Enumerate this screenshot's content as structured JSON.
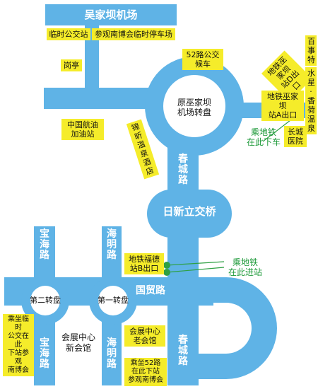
{
  "airport": {
    "title": "吴家坝机场"
  },
  "labels": {
    "temp_bus_stop": "临时公交站",
    "expo_parking": "参观南博会临时停车场",
    "sentry_box": "岗亭",
    "bus52_stop": "52路公交\n候车",
    "metro_exit_d": "地铁巫家坝\n站D出口",
    "baishite": "百\n事\n特",
    "shuixing_hotspring": "水\n星·\n香\n荷\n温\n泉",
    "metro_exit_a": "地铁巫家坝\n站A出口",
    "changcheng_hospital": "长城\n医院",
    "cnaf_station": "中国航油\n加油站",
    "jinxin_hotel": "锦\n昕\n温\n泉\n酒\n店",
    "metro_fude_exit_b": "地铁福德\n站B出口",
    "temp_bus_expo": "乘坐临时\n公交在此\n下站参观\n南博会",
    "expo_old": "会展中心\n老会馆",
    "bus52_expo": "乘坐52路\n在此下站\n参观南博会"
  },
  "roads": {
    "airport_roundabout": "原巫家坝\n机场转盘",
    "chuncheng_upper": "春\n城\n路",
    "rixin_interchange": "日新立交桥",
    "baohai_upper": "宝\n海\n路",
    "haiming_upper": "海\n明\n路",
    "guomao": "国贸路",
    "second_roundabout": "第二转盘",
    "first_roundabout": "第一转盘",
    "chuncheng_lower": "春\n城\n路",
    "baohai_lower": "宝\n海\n路",
    "haiming_lower": "海\n明\n路"
  },
  "notes": {
    "metro_get_off": "乘地铁\n在此下车",
    "metro_get_on": "乘地铁\n在此进站",
    "expo_new": "会展中心\n新会馆"
  },
  "colors": {
    "road": "#5fb3e6",
    "label_bg": "#f5ec2a",
    "metro_dot": "#2ea043",
    "note_green": "#1e9a3a"
  }
}
